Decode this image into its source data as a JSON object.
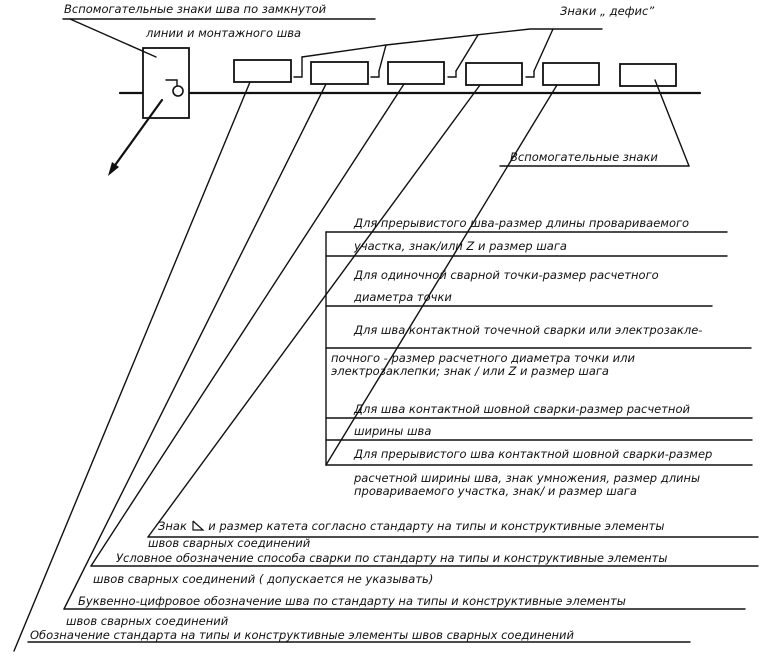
{
  "header": {
    "aux_close_line1": "Вспомогательные знаки шва по замкнутой",
    "aux_close_line2": "линии и монтажного шва",
    "hyphen_signs": "Знаки „ дефис”",
    "aux_signs": "Вспомогательные знаки"
  },
  "notes": {
    "intermittent_line1": "Для прерывистого шва-размер длины провариваемого",
    "intermittent_line2": "участка, знак/или Z и размер шага",
    "single_spot_line1": "Для одиночной сварной точки-размер расчетного",
    "single_spot_line2": "диаметра точки",
    "contact_spot_line1": "Для шва контактной точечной сварки или электрозакле-",
    "contact_spot_line2": "почного - размер расчетного диаметра точки или",
    "contact_spot_line3": "электрозаклепки;  знак / или Z  и размер шага",
    "seam_width_line1": "Для шва контактной шовной сварки-размер расчетной",
    "seam_width_line2": "ширины шва",
    "seam_interm_line1": "Для прерывистого шва контактной шовной сварки-размер",
    "seam_interm_line2": "расчетной ширины шва, знак умножения, размер длины",
    "seam_interm_line3": "провариваемого участка, знак/ и размер шага"
  },
  "bottom": {
    "leg_prefix": "Знак",
    "leg_line1": "и размер катета согласно стандарту на типы и конструктивные элементы",
    "leg_line2": "швов сварных соединений",
    "method_line1": "Условное обозначение способа сварки по стандарту на типы и конструктивные элементы",
    "method_line2": "швов сварных соединений ( допускается не указывать)",
    "alnum_line1": "Буквенно-цифровое обозначение шва по стандарту на типы и конструктивные элементы",
    "alnum_line2": "швов сварных соединений",
    "standard_line": "Обозначение стандарта на типы и конструктивные элементы швов сварных соединений"
  }
}
